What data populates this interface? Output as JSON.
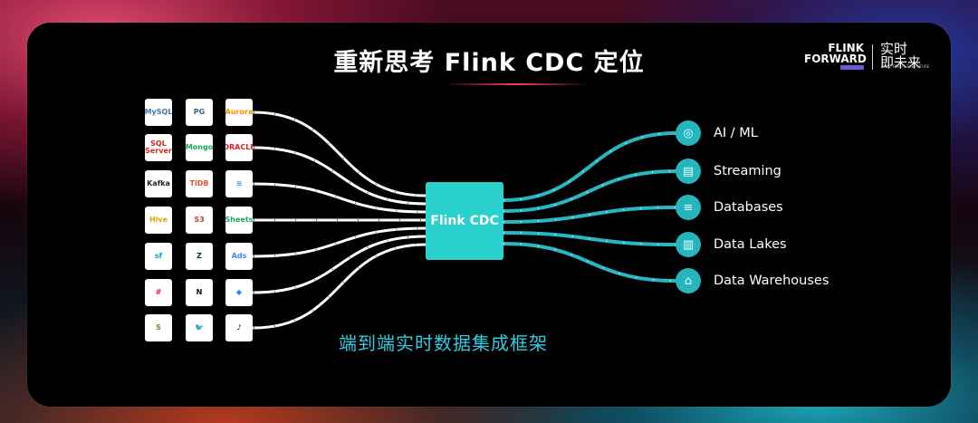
{
  "title": "重新思考 Flink CDC 定位",
  "logo": {
    "brand_line1": "FLINK",
    "brand_line2": "FORWARD",
    "slogan_cn_line1": "实时",
    "slogan_cn_line2": "即未来",
    "slogan_en": "REAL-TIME IS THE FUTURE"
  },
  "center_label": "Flink CDC",
  "subtitle": "端到端实时数据集成框架",
  "sources": [
    {
      "name": "mysql-logo",
      "text": "MySQL",
      "color": "#4479a1"
    },
    {
      "name": "postgresql-logo",
      "text": "PG",
      "color": "#336791"
    },
    {
      "name": "amazon-aurora-logo",
      "text": "Aurora",
      "color": "#f29100"
    },
    {
      "name": "sql-server-logo",
      "text": "SQL Server",
      "color": "#cc2927"
    },
    {
      "name": "mongodb-logo",
      "text": "Mongo",
      "color": "#13aa52"
    },
    {
      "name": "oracle-logo",
      "text": "ORACLE",
      "color": "#e21e16"
    },
    {
      "name": "kafka-logo",
      "text": "Kafka",
      "color": "#222222"
    },
    {
      "name": "tidb-logo",
      "text": "TiDB",
      "color": "#e8522b"
    },
    {
      "name": "wave-logo",
      "text": "≋",
      "color": "#2b9ad6"
    },
    {
      "name": "hive-logo",
      "text": "Hive",
      "color": "#d9a500"
    },
    {
      "name": "amazon-s3-logo",
      "text": "S3",
      "color": "#c7401f"
    },
    {
      "name": "google-sheets-logo",
      "text": "Sheets",
      "color": "#1ea362"
    },
    {
      "name": "salesforce-logo",
      "text": "sf",
      "color": "#00a1e0"
    },
    {
      "name": "zendesk-logo",
      "text": "Z",
      "color": "#03363d"
    },
    {
      "name": "google-ads-logo",
      "text": "Ads",
      "color": "#4285f4"
    },
    {
      "name": "slack-logo",
      "text": "#",
      "color": "#e01e5a"
    },
    {
      "name": "notion-logo",
      "text": "N",
      "color": "#111111"
    },
    {
      "name": "jira-logo",
      "text": "◆",
      "color": "#2684ff"
    },
    {
      "name": "shopify-logo",
      "text": "S",
      "color": "#5e8e3e"
    },
    {
      "name": "twitter-logo",
      "text": "🐦",
      "color": "#1da1f2"
    },
    {
      "name": "tiktok-logo",
      "text": "♪",
      "color": "#111111"
    }
  ],
  "destinations": [
    {
      "label": "AI / ML",
      "icon": "brain-icon"
    },
    {
      "label": "Streaming",
      "icon": "stream-icon"
    },
    {
      "label": "Databases",
      "icon": "database-icon"
    },
    {
      "label": "Data Lakes",
      "icon": "lake-icon"
    },
    {
      "label": "Data Warehouses",
      "icon": "warehouse-icon"
    }
  ],
  "colors": {
    "center_box": "#2ad1cd",
    "dest_stream": "#27b7c3",
    "source_stream": "#ffffff",
    "subtitle": "#30cde0"
  }
}
